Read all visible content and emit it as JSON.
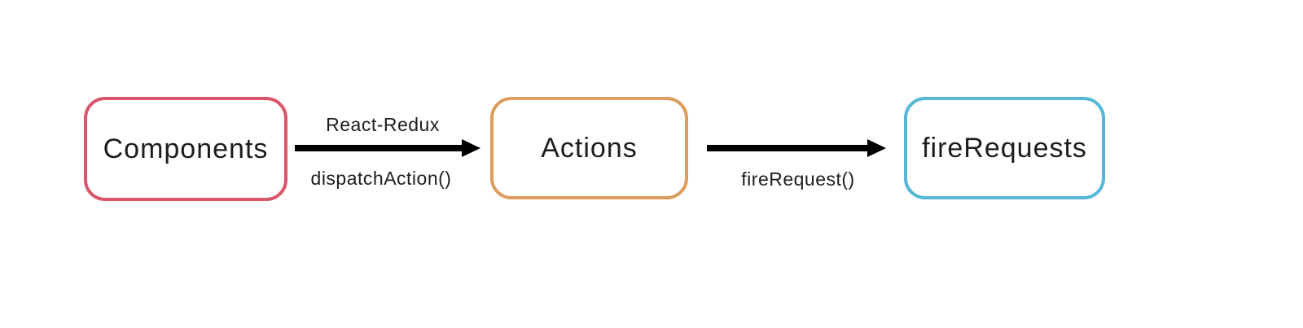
{
  "diagram": {
    "background_color": "#ffffff",
    "text_color": "#1d1d1d",
    "arrow_color": "#000000",
    "nodes": [
      {
        "label": "Components",
        "border_color": "#d9566b"
      },
      {
        "label": "Actions",
        "border_color": "#dd9d5f"
      },
      {
        "label": "fireRequests",
        "border_color": "#56b8d6"
      }
    ],
    "edges": [
      {
        "from": "Components",
        "to": "Actions",
        "label_above": "React-Redux",
        "label_below": "dispatchAction()"
      },
      {
        "from": "Actions",
        "to": "fireRequests",
        "label_above": "",
        "label_below": "fireRequest()"
      }
    ]
  }
}
